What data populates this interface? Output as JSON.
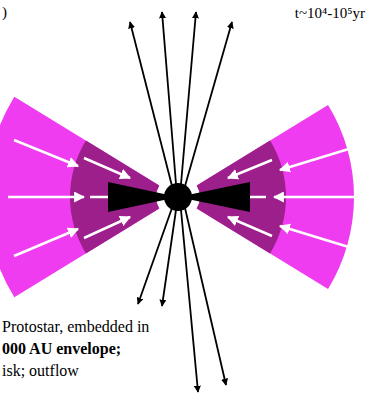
{
  "diagram": {
    "labels": [
      ")",
      "t~10⁴-10⁵yr",
      "Protostar, embedded in",
      "000 AU envelope;",
      "isk; outflow"
    ]
  }
}
